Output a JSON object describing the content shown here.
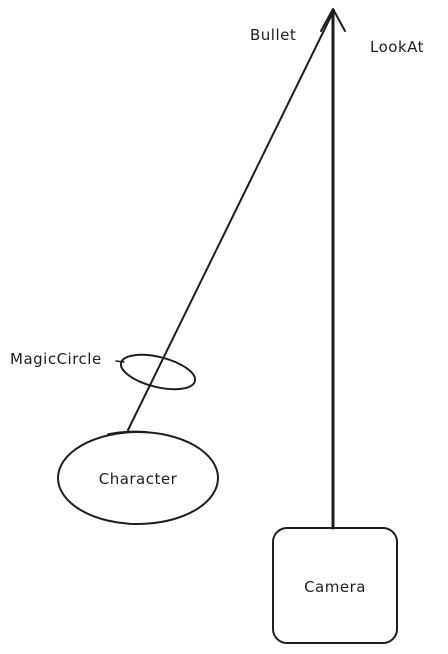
{
  "diagram": {
    "labels": {
      "bullet": "Bullet",
      "look_at": "LookAt",
      "magic_circle": "MagicCircle",
      "character": "Character",
      "camera": "Camera"
    },
    "colors": {
      "stroke": "#1e1e1e",
      "background": "#ffffff"
    }
  }
}
